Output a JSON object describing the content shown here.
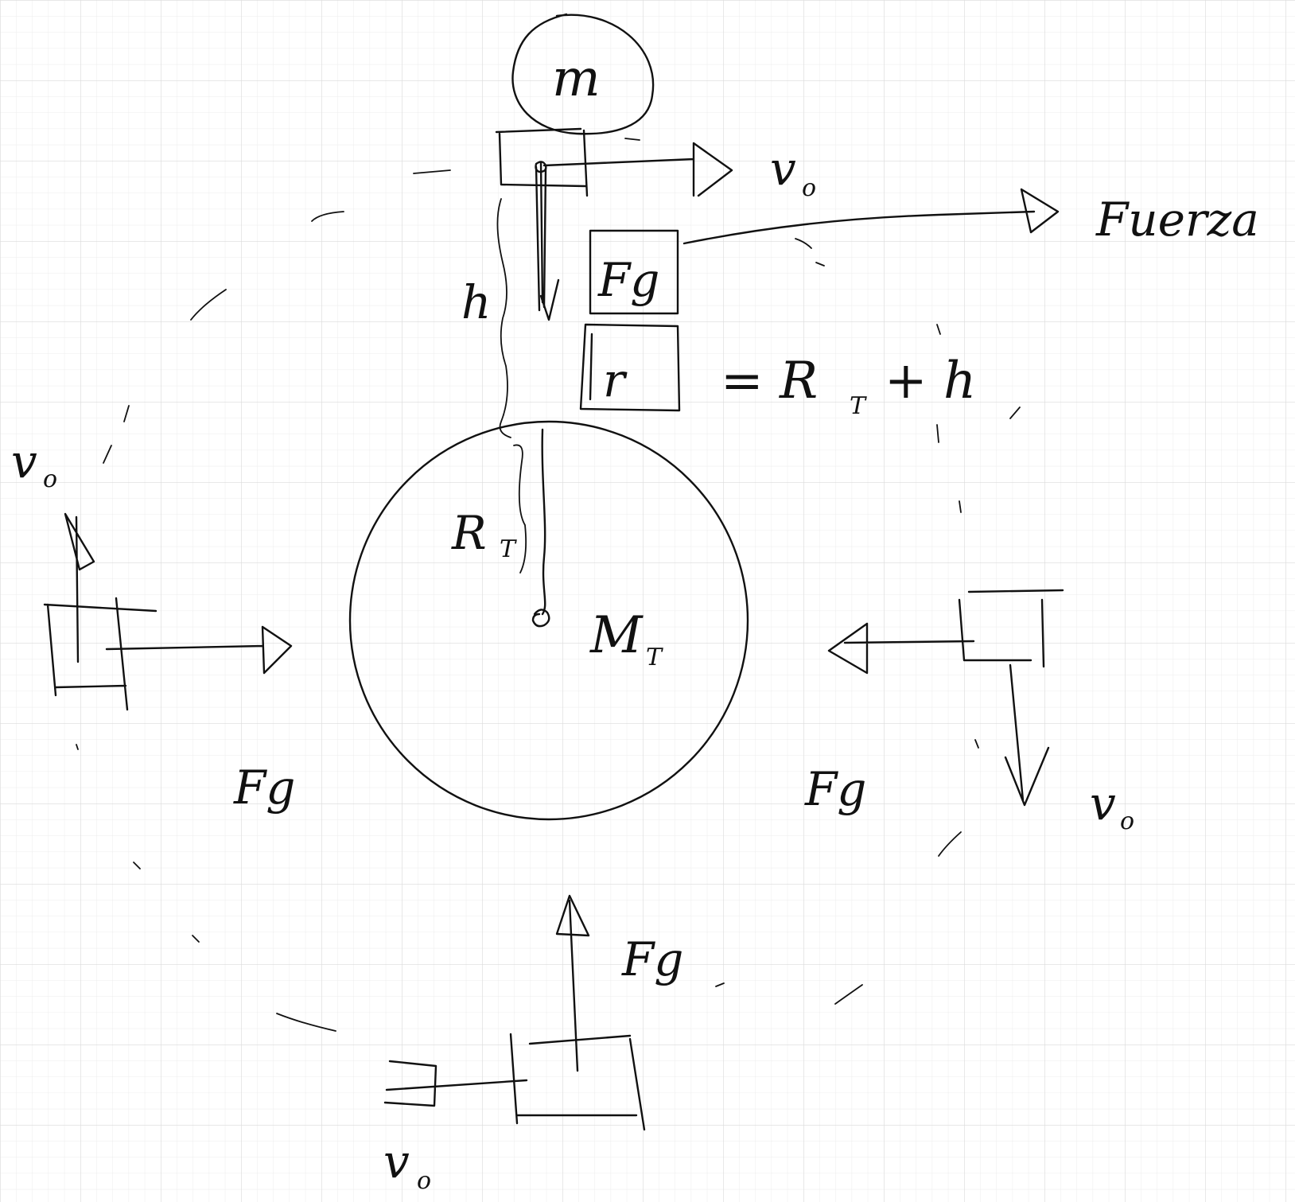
{
  "colors": {
    "ink": "#111111",
    "grid": "#e4e4e4",
    "paper": "#ffffff"
  },
  "labels": {
    "satellite_mass": "m",
    "earth_mass_main": "M",
    "earth_mass_sub": "T",
    "earth_radius_main": "R",
    "earth_radius_sub": "T",
    "height": "h",
    "velocity": "v",
    "velocity_sub": "o",
    "force_full": "Fuerza",
    "fg_box": "Fg",
    "r_box": "r",
    "equation": "= R",
    "equation_sub": "T",
    "equation_tail": "+ h",
    "fg_left": "Fg",
    "fg_right": "Fg",
    "fg_bottom": "Fg"
  }
}
